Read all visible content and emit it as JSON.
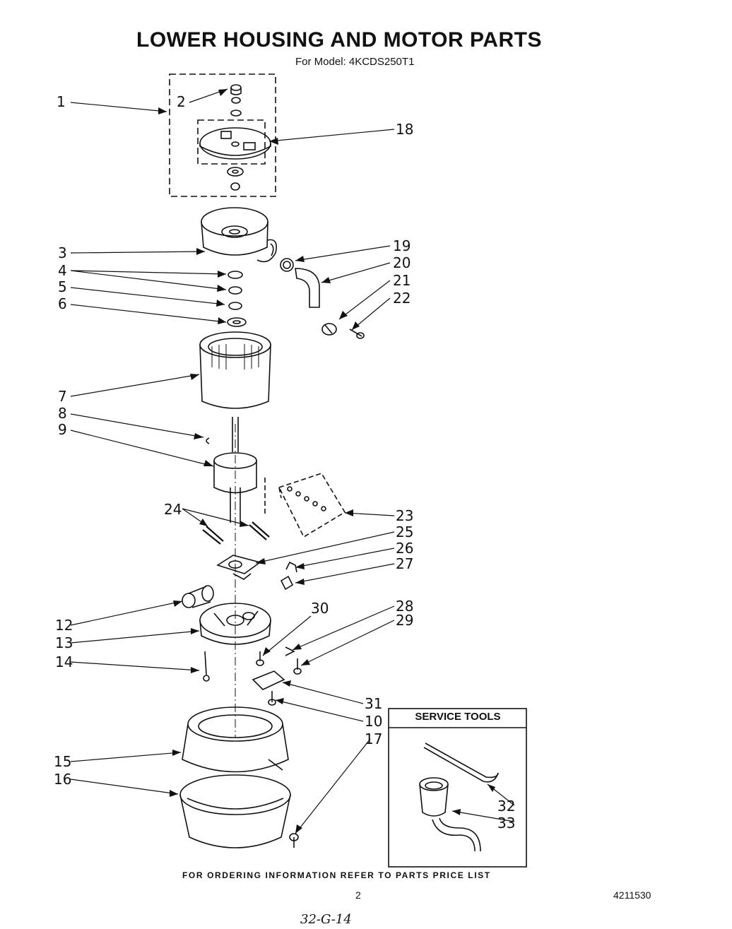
{
  "title": "LOWER HOUSING AND MOTOR PARTS",
  "subtitle": "For Model: 4KCDS250T1",
  "callouts": [
    "1",
    "2",
    "3",
    "4",
    "5",
    "6",
    "7",
    "8",
    "9",
    "12",
    "13",
    "14",
    "15",
    "16",
    "18",
    "19",
    "20",
    "21",
    "22",
    "23",
    "24",
    "25",
    "26",
    "27",
    "28",
    "29",
    "30",
    "31",
    "10",
    "17",
    "32",
    "33"
  ],
  "service_tools": {
    "title": "SERVICE TOOLS"
  },
  "footer": {
    "note": "FOR ORDERING INFORMATION REFER TO PARTS PRICE LIST",
    "page_number": "2",
    "document_number": "4211530",
    "handwritten": "32-G-14"
  }
}
